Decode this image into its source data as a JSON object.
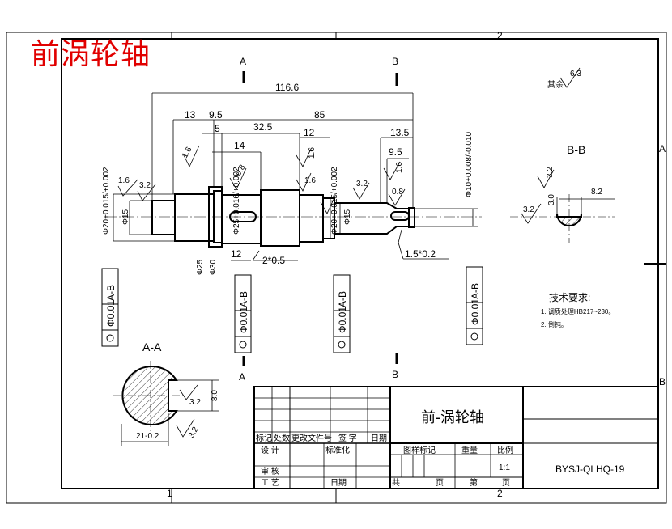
{
  "header": {
    "title": "前涡轮轴"
  },
  "zones": {
    "col1": "1",
    "col2": "2",
    "rowA": "A",
    "rowB": "B"
  },
  "sections": {
    "a": "A",
    "b": "B",
    "aa": "A-A",
    "bb": "B-B"
  },
  "dims": {
    "overall": "116.6",
    "d13": "13",
    "d9_5": "9.5",
    "d85": "85",
    "d5": "5",
    "d32_5": "32.5",
    "d12": "12",
    "d14": "14",
    "d13_5": "13.5",
    "d9_5b": "9.5",
    "d12b": "12",
    "chamfer1": "2*0.5",
    "chamfer2": "1.5*0.2",
    "d8_2": "8.2",
    "d3_0": "3.0",
    "d8_0": "8.0",
    "d21": "21-0.2",
    "phi15a": "Φ15",
    "phi15b": "Φ15",
    "phi20a": "Φ20+0.015/+0.002",
    "phi20b": "Φ20+0.015/+0.002",
    "phi25": "Φ25",
    "phi30": "Φ30",
    "phi25b": "Φ25+0.016/+0.002",
    "phi10": "Φ10+0.008/-0.010"
  },
  "roughness": {
    "r63": "6.3",
    "r16a": "1.6",
    "r32a": "3.2",
    "r16b": "1.6",
    "r08a": "0.8",
    "r16c": "1.6",
    "r16d": "1.6",
    "r32b": "3.2",
    "r16e": "1.6",
    "r08b": "0.8",
    "r32c": "3.2",
    "r32d": "3.2",
    "r32e": "3.2",
    "r32f": "3.2",
    "rest_label": "其余"
  },
  "tolerances": {
    "value": "Φ0.01",
    "datum": "A-B"
  },
  "tech": {
    "title": "技术要求:",
    "item1": "1. 调质处理HB217~230。",
    "item2": "2. 倒钝。"
  },
  "title_block": {
    "part_name": "前-涡轮轴",
    "drawing_no": "BYSJ-QLHQ-19",
    "mark": "标记",
    "count": "处数",
    "change_doc": "更改文件号",
    "signature": "签 字",
    "date": "日期",
    "design": "设 计",
    "standard": "标准化",
    "pattern": "图样标记",
    "weight": "重量",
    "scale_label": "比例",
    "scale": "1:1",
    "review": "审 核",
    "process": "工 艺",
    "date2": "日期",
    "total": "共",
    "sheet": "页",
    "number": "第",
    "sheet2": "页"
  }
}
